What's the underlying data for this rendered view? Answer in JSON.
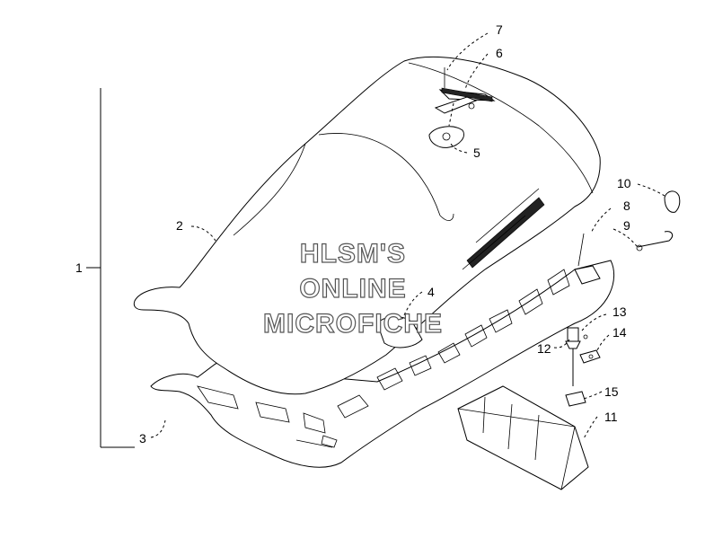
{
  "callouts": [
    {
      "id": "1",
      "label": "1"
    },
    {
      "id": "2",
      "label": "2"
    },
    {
      "id": "3",
      "label": "3"
    },
    {
      "id": "4",
      "label": "4"
    },
    {
      "id": "5",
      "label": "5"
    },
    {
      "id": "6",
      "label": "6"
    },
    {
      "id": "7",
      "label": "7"
    },
    {
      "id": "8",
      "label": "8"
    },
    {
      "id": "9",
      "label": "9"
    },
    {
      "id": "10",
      "label": "10"
    },
    {
      "id": "11",
      "label": "11"
    },
    {
      "id": "12",
      "label": "12"
    },
    {
      "id": "13",
      "label": "13"
    },
    {
      "id": "14",
      "label": "14"
    },
    {
      "id": "15",
      "label": "15"
    }
  ],
  "watermark": {
    "line1": "HLSM'S",
    "line2": "ONLINE",
    "line3": "MICROFICHE"
  }
}
